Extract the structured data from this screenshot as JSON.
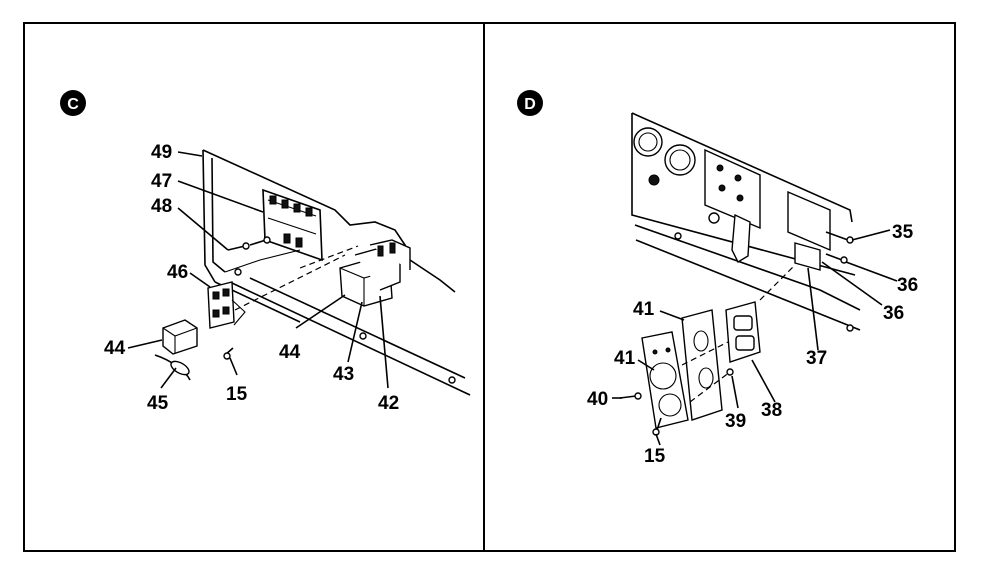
{
  "panels": [
    {
      "id": "C",
      "badge": "C",
      "callouts": [
        "49",
        "47",
        "48",
        "46",
        "44",
        "45",
        "15",
        "44",
        "43",
        "42"
      ]
    },
    {
      "id": "D",
      "badge": "D",
      "callouts": [
        "35",
        "36",
        "36",
        "37",
        "41",
        "41",
        "40",
        "15",
        "39",
        "38"
      ]
    }
  ]
}
